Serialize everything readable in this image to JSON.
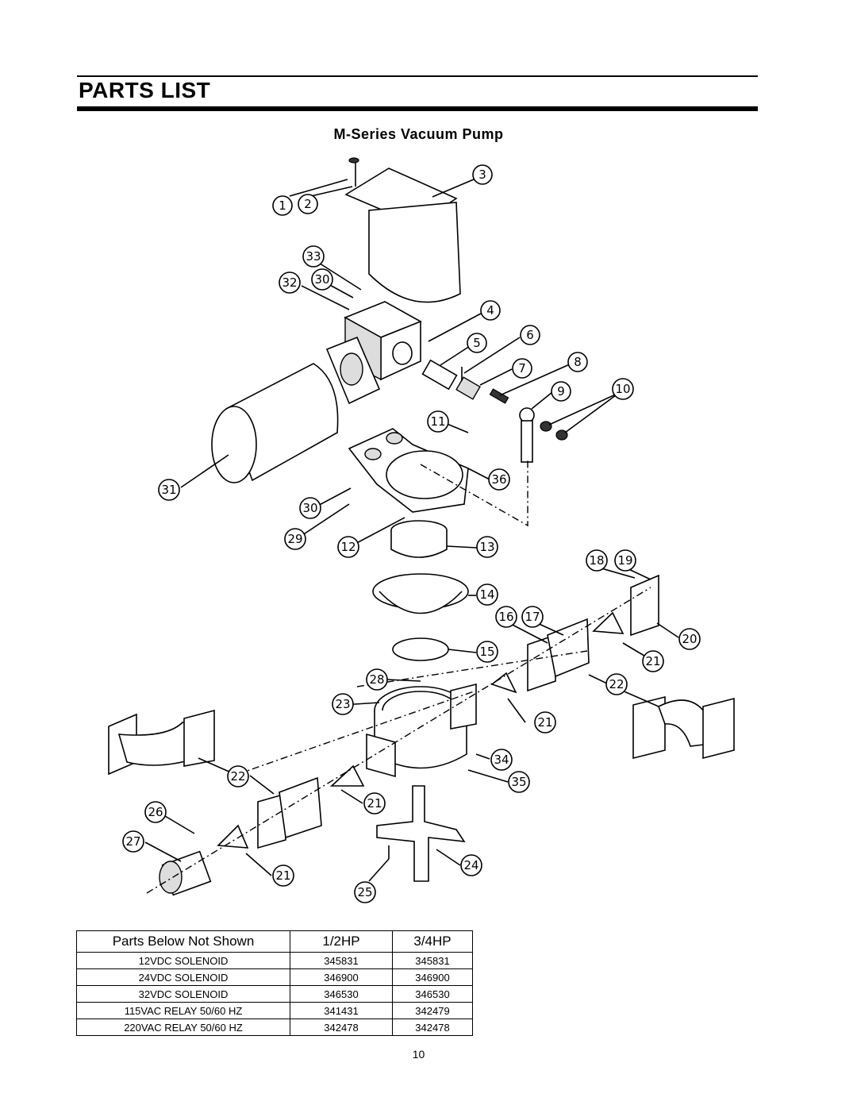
{
  "page": {
    "title": "PARTS LIST",
    "subtitle": "M-Series Vacuum Pump",
    "page_number": "10"
  },
  "callouts": [
    "1",
    "2",
    "3",
    "33",
    "32",
    "30",
    "4",
    "5",
    "6",
    "7",
    "8",
    "9",
    "10",
    "11",
    "31",
    "36",
    "30",
    "29",
    "12",
    "13",
    "18",
    "19",
    "14",
    "16",
    "17",
    "20",
    "15",
    "21",
    "28",
    "22",
    "23",
    "21",
    "34",
    "35",
    "22",
    "21",
    "26",
    "27",
    "21",
    "24",
    "25"
  ],
  "table": {
    "headers": [
      "Parts Below Not Shown",
      "1/2HP",
      "3/4HP"
    ],
    "rows": [
      [
        "12VDC SOLENOID",
        "345831",
        "345831"
      ],
      [
        "24VDC SOLENOID",
        "346900",
        "346900"
      ],
      [
        "32VDC SOLENOID",
        "346530",
        "346530"
      ],
      [
        "115VAC RELAY 50/60 HZ",
        "341431",
        "342479"
      ],
      [
        "220VAC RELAY 50/60 HZ",
        "342478",
        "342478"
      ]
    ]
  }
}
